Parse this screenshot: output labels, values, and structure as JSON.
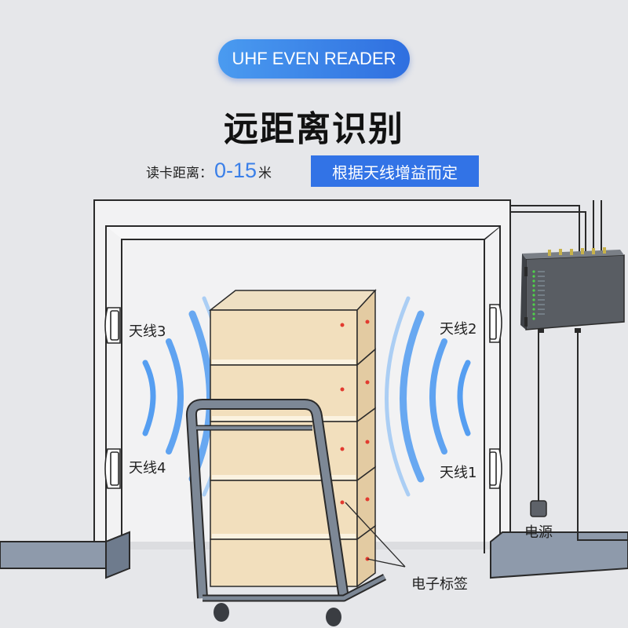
{
  "header": {
    "badge": "UHF EVEN READER",
    "title": "远距离识别"
  },
  "read_range": {
    "label": "读卡距离：",
    "value": "0-15",
    "unit": "米"
  },
  "gain_note": "根据天线增益而定",
  "labels": {
    "antenna3": "天线3",
    "antenna2": "天线2",
    "antenna4": "天线4",
    "antenna1": "天线1",
    "power": "电源",
    "tag": "电子标签"
  },
  "colors": {
    "accent": "#3273e6",
    "wave": "#3a8ff0",
    "tag_dot": "#e23a2f"
  }
}
